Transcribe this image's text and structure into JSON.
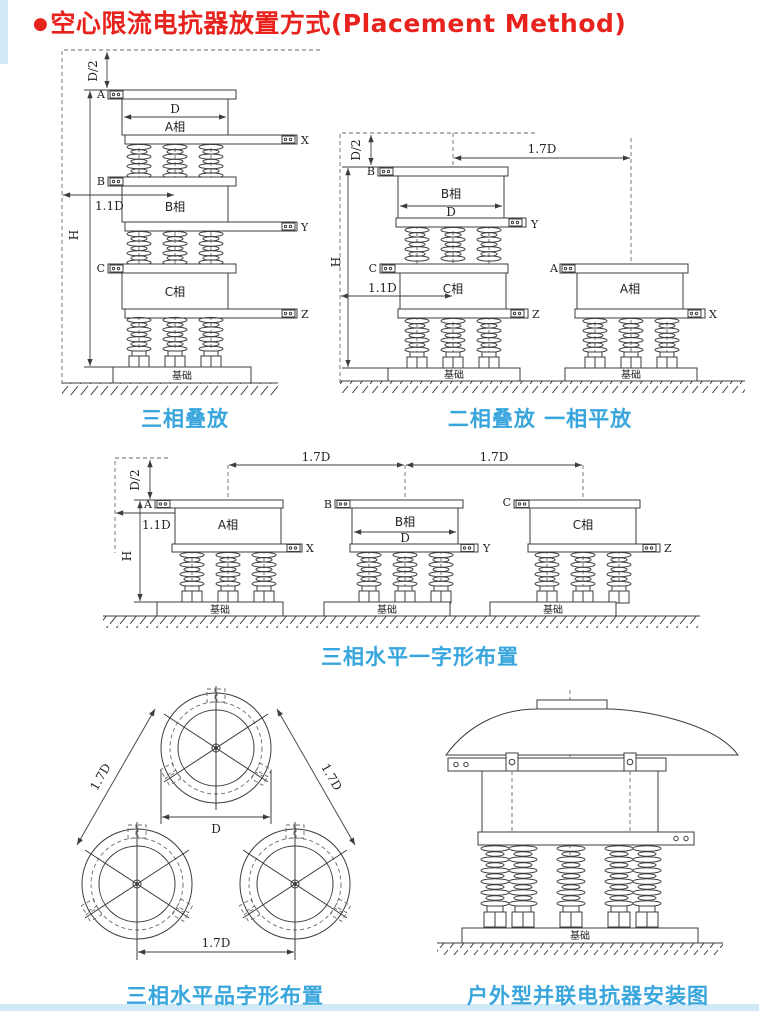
{
  "page": {
    "bullet": "●",
    "title": "空心限流电抗器放置方式(Placement Method)"
  },
  "labels": {
    "phase_a": "A相",
    "phase_b": "B相",
    "phase_c": "C相",
    "term_a": "A",
    "term_b": "B",
    "term_c": "C",
    "term_x": "X",
    "term_y": "Y",
    "term_z": "Z",
    "foundation": "基础",
    "dim_d": "D",
    "dim_half_d": "D/2",
    "dim_1_1d": "1.1D",
    "dim_1_7d": "1.7D",
    "dim_h": "H"
  },
  "diagrams": {
    "stacked": {
      "caption": "三相叠放"
    },
    "two_stacked_one_flat": {
      "caption": "二相叠放 一相平放"
    },
    "inline": {
      "caption": "三相水平一字形布置"
    },
    "triangle": {
      "caption": "三相水平品字形布置"
    },
    "outdoor": {
      "caption": "户外型并联电抗器安装图"
    }
  },
  "colors": {
    "title_red": "#e8231e",
    "caption_blue": "#38a6dd",
    "line": "#3d3d3d",
    "edge_blue": "#cfe9f6"
  }
}
